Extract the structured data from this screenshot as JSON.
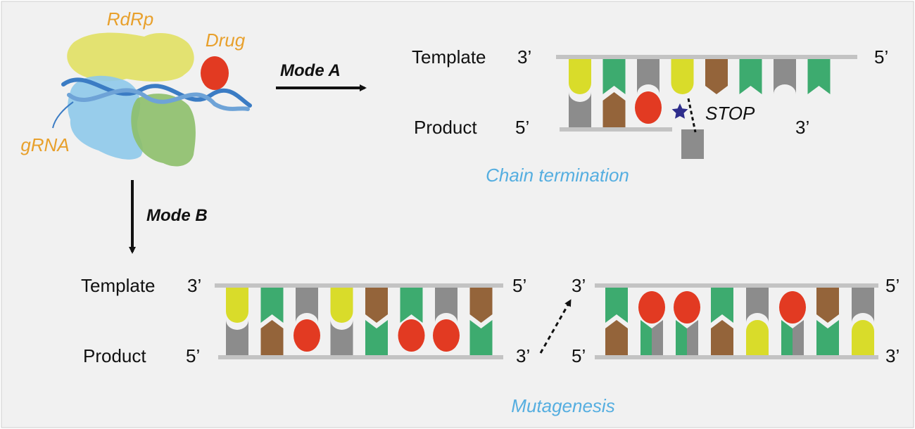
{
  "colors": {
    "background": "#f1f1f1",
    "strand": "#c3c3c3",
    "orange_label": "#e8a02c",
    "blue_label": "#55aee0",
    "drug": "#e23a22",
    "yellow": "#d9dc2a",
    "green": "#3dab6f",
    "gray": "#8c8c8c",
    "brown": "#94643a",
    "star": "#2e2d8c"
  },
  "complex": {
    "rdrp_label": "RdRp",
    "drug_label": "Drug",
    "grna_label": "gRNA"
  },
  "mode_a": {
    "label": "Mode A",
    "template_label": "Template",
    "template_3": "3’",
    "template_5": "5’",
    "product_label": "Product",
    "product_5": "5’",
    "product_3": "3’",
    "stop_label": "STOP",
    "caption": "Chain termination",
    "template_bases": [
      "yellow",
      "green",
      "gray",
      "yellow",
      "brown",
      "green",
      "gray",
      "green"
    ],
    "product_bases": [
      "gray",
      "brown",
      "drug"
    ]
  },
  "mode_b": {
    "label": "Mode B",
    "round1": {
      "template_label": "Template",
      "template_3": "3’",
      "template_5": "5’",
      "product_label": "Product",
      "product_5": "5’",
      "product_3": "3’",
      "template_bases": [
        "yellow",
        "green",
        "gray",
        "yellow",
        "brown",
        "green",
        "gray",
        "brown"
      ],
      "product_bases": [
        "gray",
        "brown",
        "drug",
        "gray",
        "green",
        "drug",
        "drug",
        "green"
      ]
    },
    "round2": {
      "top_3": "3’",
      "top_5": "5’",
      "bottom_5": "5’",
      "bottom_3": "3’",
      "template_bases": [
        "green",
        "drug",
        "drug",
        "green",
        "gray",
        "drug",
        "brown",
        "gray"
      ],
      "product_bases": [
        "brown",
        "green-gray",
        "green-gray",
        "brown",
        "yellow",
        "green-gray",
        "green",
        "yellow"
      ]
    },
    "caption": "Mutagenesis"
  }
}
